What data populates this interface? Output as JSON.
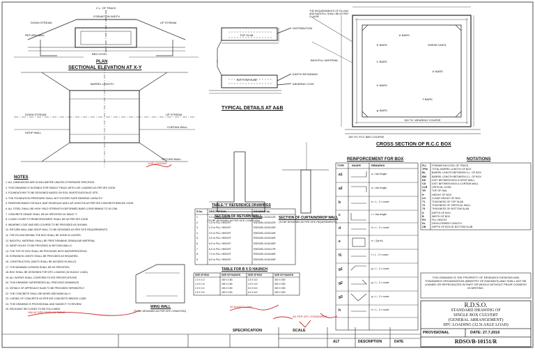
{
  "elevation": {
    "title": "SECTIONAL ELEVATION AT X-Y",
    "cl_of_track": "C.L. OF TRACK",
    "formation_width": "FORMATION WIDTH",
    "down_stream": "DOWN STREAM",
    "up_stream": "UP STREAM",
    "return_wall": "RETURN WALL",
    "barrel_length": "BARREL LENGTH",
    "bed_level": "BED LEVEL",
    "plan": "PLAN"
  },
  "plan": {
    "down_stream": "DOWN STREAM",
    "up_stream": "UP STREAM",
    "drop_wall": "DROP WALL",
    "curtain_wall": "CURTAIN WALL",
    "return_wall": "RETURN WALL",
    "barrel_length": "BARREL LENGTH"
  },
  "typical": {
    "title": "TYPICAL DETAILS AT A&B",
    "top_slab": "TOP SLAB",
    "bottom_slab": "BOTTOM SLAB",
    "distribution": "DISTRIBUTION",
    "earth_retaining": "EARTH RETAINING",
    "wearing_coat": "WEARING COAT"
  },
  "cross": {
    "title": "CROSS SECTION OF R.C.C BOX",
    "note": "THE REQUIREMENTS OF FILLING AND BACKFILL SHALL BE AS PER CLAUSE",
    "backfill": "BACKFILL MATERIAL",
    "shear_links": "SHEAR LINKS",
    "bars": [
      "'a' BARS",
      "'b' BARS",
      "'c' BARS",
      "'d' BARS",
      "'e' BARS",
      "'f' BARS",
      "'g' BARS"
    ],
    "wearing": "150 TH. WEARING COURSE",
    "pcc": "150 TH. PCC BED COURSE"
  },
  "return": {
    "title": "SECTION OF RETURN WALL",
    "sub": "(TO BE DESIGNED AS PER SITE CONDITION)"
  },
  "curtain": {
    "title": "SECTION OF CURTAIN/DROP WALL",
    "sub": "(TO BE DESIGNED AS PER SITE REQUIREMENTS)"
  },
  "wing": {
    "title": "WING WALL",
    "sub": "(TO BE DESIGNED AS PER SITE CONDITION)"
  },
  "notes": {
    "heading": "NOTES",
    "lines": [
      "1. ALL DIMENSIONS ARE IN MILLIMETRE UNLESS OTHERWISE SPECIFIED.",
      "2. THIS DRAWING IS SUITABLE FOR SINGLE TRACK WITH LIVE LOADING AS PER IRS CODE.",
      "3. FOUNDATIONS TO BE DESIGNED BASED ON SOIL INVESTIGATION AT SITE.",
      "4. THE FOUNDATION PRESSURE SHALL NOT EXCEED SAFE BEARING CAPACITY.",
      "5. REINFORCEMENT DETAILS, BAR SCHEDULE AND LAP LENGTHS AS PER IRS CONCRETE BRIDGE CODE.",
      "6. ALL STEEL SHALL BE HIGH YIELD STRENGTH DEFORMED BARS CONFORMING TO IS:1786.",
      "7. CONCRETE GRADE SHALL BE AS SPECIFIED IN TABLE 'Y'.",
      "8. CLEAR COVER TO REINFORCEMENT SHALL BE AS PER IRS CODE.",
      "9. WEARING COAT AND BED COURSE TO BE PROVIDED AS SHOWN.",
      "10. RETURN WALL AND DROP WALL TO BE DESIGNED AS PER SITE REQUIREMENTS.",
      "11. THE FILLING BEHIND THE BOX SHALL BE DONE IN LAYERS.",
      "12. BACKFILL MATERIAL SHALL BE FREE DRAINING GRANULAR MATERIAL.",
      "13. WEEP HOLES TO BE PROVIDED IN RETURN WALLS.",
      "14. THE TOP OF BOX SHALL BE PROVIDED WITH WATERPROOFING.",
      "15. EXPANSION JOINTS SHALL BE PROVIDED AS REQUIRED.",
      "16. CONSTRUCTION JOINTS SHALL BE AVOIDED IN WALLS.",
      "17. THE MINIMUM CUSHION SHALL BE AS SPECIFIED.",
      "18. BOX SHALL BE DESIGNED FOR DFC LOADING (32.5t AXLE LOAD).",
      "19. ALL WORKS SHALL CONFORM TO IRS SPECIFICATIONS.",
      "20. THIS DRAWING SUPERSEDES ALL PREVIOUS DRAWINGS.",
      "21. DETAILS OF APPROACH SLAB TO BE PROVIDED SEPARATELY.",
      "22. THE CONCRETE SHALL BE MIXED MECHANICALLY.",
      "23. CURING OF CONCRETE AS PER IRS CONCRETE BRIDGE CODE.",
      "24. THIS DRAWING IS PROVISIONAL AND SUBJECT TO REVIEW.",
      "25. RELEVANT IRS CODES TO BE FOLLOWED."
    ]
  },
  "table_y": {
    "title": "TABLE-'Y' REFERENCE DRAWINGS",
    "headers": [
      "S.No.",
      "DESCRIPTION",
      "DRAWING No."
    ],
    "rows": [
      [
        "1",
        "0.0 m FILL HEIGHT",
        "RDSO/B-10151/1/R"
      ],
      [
        "2",
        "1.0 m FILL HEIGHT",
        "RDSO/B-10151/2/R"
      ],
      [
        "3",
        "2.0 m FILL HEIGHT",
        "RDSO/B-10151/3/R"
      ],
      [
        "4",
        "3.0 m FILL HEIGHT",
        "RDSO/B-10151/4/R"
      ],
      [
        "5",
        "4.0 m FILL HEIGHT",
        "RDSO/B-10151/5/R"
      ],
      [
        "6",
        "5.0 m FILL HEIGHT",
        "RDSO/B-10151/6/R"
      ],
      [
        "7",
        "6.0 m FILL HEIGHT",
        "RDSO/B-10151/7/R"
      ],
      [
        "8",
        "7.0 m FILL HEIGHT",
        "RDSO/B-10151/8/R"
      ],
      [
        "9",
        "8.0 m FILL HEIGHT",
        "RDSO/B-10151/9/R"
      ]
    ]
  },
  "table_bxd": {
    "title": "TABLE FOR B X D HAUNCH",
    "headers": [
      "SIZE OF BOX",
      "SIZE OF HAUNCH",
      "SIZE OF BOX",
      "SIZE OF HAUNCH"
    ],
    "rows": [
      [
        "1.0 X 1.0",
        "150 X 150",
        "3.0 X 3.0",
        "300 X 300"
      ],
      [
        "1.5 X 1.5",
        "150 X 150",
        "4.0 X 4.0",
        "300 X 300"
      ],
      [
        "2.0 X 2.0",
        "150 X 150",
        "5.0 X 5.0",
        "300 X 300"
      ],
      [
        "2.5 X 2.5",
        "150 X 150",
        "6.0 X 6.0",
        "300 X 300"
      ]
    ]
  },
  "reinforcement": {
    "title": "REINFORCEMENT FOR BOX",
    "headers": [
      "TYPE",
      "SHAPE",
      "REMARKS"
    ],
    "rows": [
      [
        "a1",
        "a = bar length"
      ],
      [
        "a2",
        "a = bar length"
      ],
      [
        "b",
        "b = L - 2 x cover"
      ],
      [
        "c",
        "c = bar length"
      ],
      [
        "d",
        "d = L - 2 x cover"
      ],
      [
        "e",
        "e = 2(a+b)"
      ],
      [
        "f1",
        "f = L - 2 x cover"
      ],
      [
        "g1",
        "g = L - 2 x cover"
      ],
      [
        "g2",
        "g = L - 2 x cover"
      ],
      [
        "g3",
        "g = L - 2 x cover"
      ],
      [
        "h",
        "h = L - 2 x cover"
      ]
    ]
  },
  "notations": {
    "title": "NOTATIONS",
    "rows": [
      [
        "FLL",
        "FORMATION LEVEL OF TRACK"
      ],
      [
        "TFW",
        "TOTAL BARREL LENGTH OF BOX"
      ],
      [
        "BL",
        "BARREL LENGTH BETWEEN C.L. OF BOX"
      ],
      [
        "BW",
        "BARREL LENGTH BETWEEN C.L. OF BOX"
      ],
      [
        "DD",
        "DIST. BETWEEN BOX & DROP WALL"
      ],
      [
        "CD",
        "DIST. BETWEEN BOX & CURTAIN WALL"
      ],
      [
        "CLR",
        "CRITICAL LEVEL"
      ],
      [
        "TR",
        "TOP OF RAIL"
      ],
      [
        "H",
        "HEIGHT OF BOX"
      ],
      [
        "LH",
        "CLEAR HEIGHT OF BOX"
      ],
      [
        "T1",
        "THICKNESS OF TOP SLAB"
      ],
      [
        "T2",
        "THICKNESS OF VERTICAL WALL"
      ],
      [
        "T3",
        "THICKNESS OF BOTTOM SLAB"
      ],
      [
        "D",
        "DEPTH OF BOX"
      ],
      [
        "B",
        "WIDTH OF BOX"
      ],
      [
        "FH",
        "FILL HEIGHT"
      ],
      [
        "DL",
        "DEVELOPMENT LENGTH"
      ],
      [
        "CB",
        "DEPTH OF BOX AT BOTTOM SLAB"
      ]
    ]
  },
  "property": "THIS DRAWING IS THE PROPERTY OF RESEARCH DESIGNS AND STANDARDS ORGANISATION (MINISTRY OF RAILWAYS) AND SHALL NOT BE LOANED OR REPRODUCED IN PART OR WHOLE WITHOUT PRIOR CONSENT IN WRITING.",
  "title_block": {
    "org": "R.D.S.O.",
    "line1": "STANDARD DRAWING OF",
    "line2": "SINGLE BOX CULVERT",
    "line3": "(GENERAL ARRANGEMENT)",
    "line4": "DFC LOADING (32.5t AXLE LOAD)",
    "provisional": "PROVISIONAL",
    "date": "DATE: 27.7.2016",
    "drawing_no": "RDSO/B-10151/R",
    "specification": "SPECIFICATION",
    "scale": "SCALE",
    "alt": "ALT",
    "description": "DESCRIPTION",
    "date_col": "DATE"
  },
  "red_notes": [
    "LIVE LOADING",
    "VALUE SPECIFIED IN TABLE",
    "32.5t AXLE LOAD",
    "AS PER DFC STANDARDS"
  ]
}
